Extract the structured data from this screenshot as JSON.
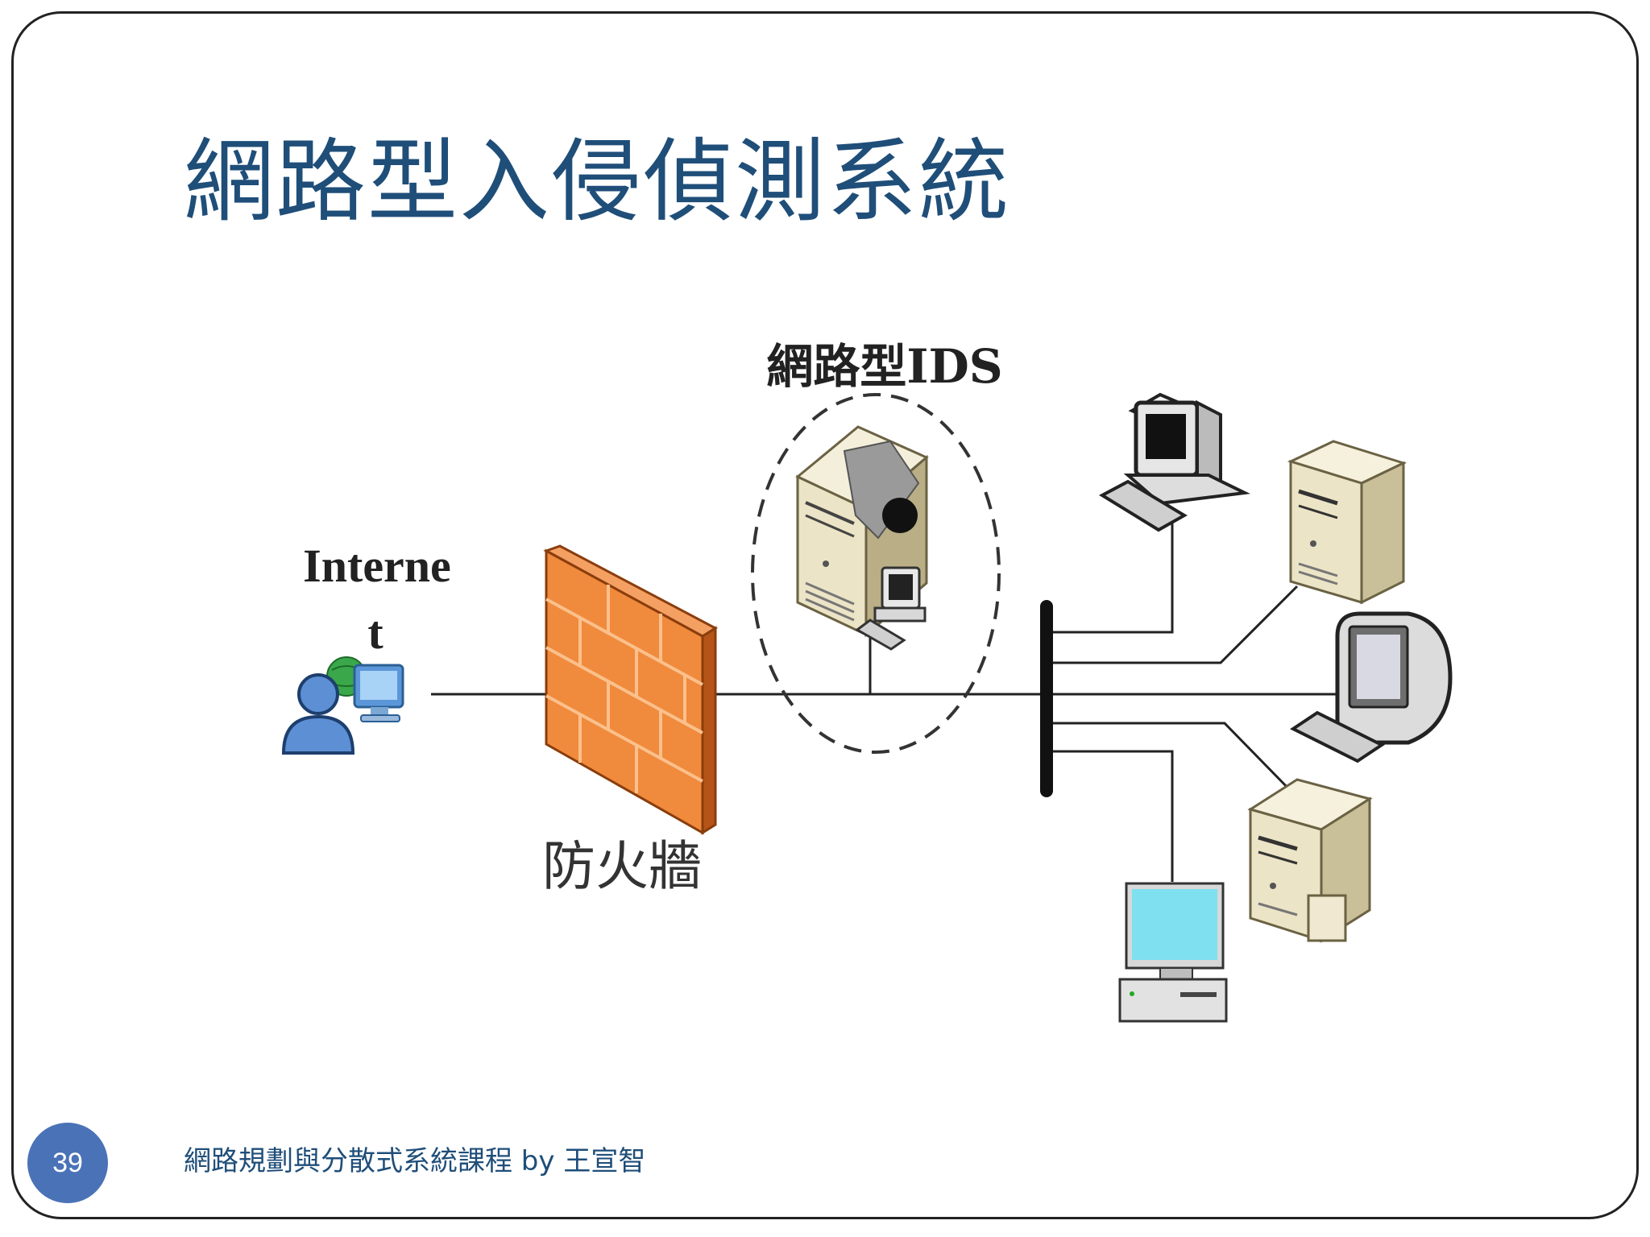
{
  "slide": {
    "title": "網路型入侵偵測系統",
    "page_number": "39",
    "footer": "網路規劃與分散式系統課程  by 王宣智"
  },
  "diagram": {
    "labels": {
      "internet_line1": "Interne",
      "internet_line2": "t",
      "ids": "網路型IDS",
      "firewall": "防火牆"
    },
    "nodes": [
      {
        "id": "internet-user",
        "type": "user-with-computer-and-globe"
      },
      {
        "id": "firewall",
        "type": "brick-wall"
      },
      {
        "id": "network-ids",
        "type": "server-with-computer",
        "enclosure": "dashed-ellipse"
      },
      {
        "id": "network-backbone",
        "type": "bus-bar"
      },
      {
        "id": "desktop-1",
        "type": "computer"
      },
      {
        "id": "server-1",
        "type": "server"
      },
      {
        "id": "desktop-2",
        "type": "crt-computer"
      },
      {
        "id": "server-2",
        "type": "server"
      },
      {
        "id": "desktop-3",
        "type": "lcd-computer"
      }
    ],
    "links": [
      [
        "internet-user",
        "firewall"
      ],
      [
        "firewall",
        "network-backbone"
      ],
      [
        "network-ids",
        "network-backbone"
      ],
      [
        "network-backbone",
        "desktop-1"
      ],
      [
        "network-backbone",
        "server-1"
      ],
      [
        "network-backbone",
        "desktop-2"
      ],
      [
        "network-backbone",
        "server-2"
      ],
      [
        "network-backbone",
        "desktop-3"
      ]
    ],
    "colors": {
      "title": "#1f4e79",
      "badge": "#4a72b7",
      "firewall": "#f08a3c",
      "server_beige": "#ece4c6",
      "screen_cyan": "#7fe0f0"
    }
  }
}
